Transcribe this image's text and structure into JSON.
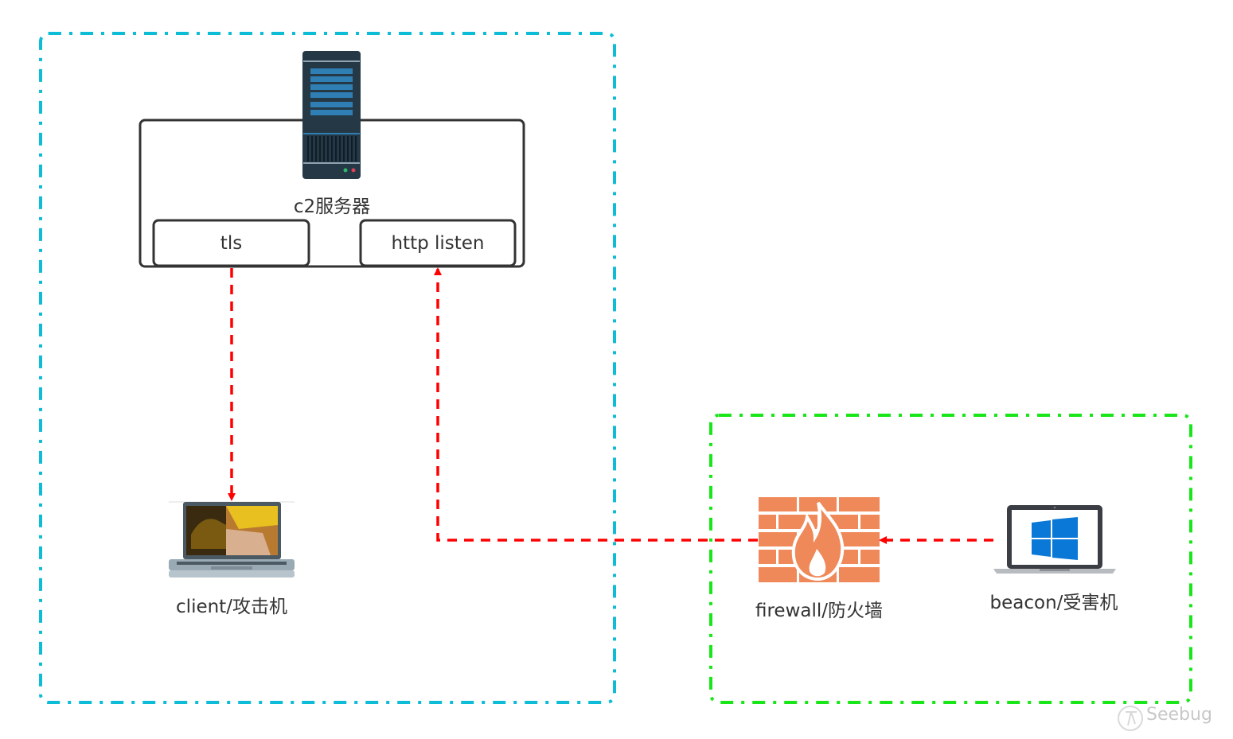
{
  "diagram": {
    "zones": [
      {
        "id": "attacker-zone",
        "color": "#0dbcd6",
        "style": "dash-dot"
      },
      {
        "id": "victim-zone",
        "color": "#19e619",
        "style": "dash-dot"
      }
    ],
    "c2_server": {
      "label": "c2服务器",
      "icon": "server-icon",
      "listeners": [
        {
          "label": "tls"
        },
        {
          "label": "http listen"
        }
      ]
    },
    "client": {
      "label": "client/攻击机",
      "icon": "laptop-icon"
    },
    "firewall": {
      "label": "firewall/防火墙",
      "icon": "firewall-icon",
      "color": "#f0895a"
    },
    "beacon": {
      "label": "beacon/受害机",
      "icon": "windows-laptop-icon",
      "color": "#0a78d7"
    },
    "connections": [
      {
        "from": "tls",
        "to": "client",
        "style": "dashed",
        "color": "#ff0000"
      },
      {
        "from": "beacon",
        "to": "firewall",
        "style": "dashed",
        "color": "#ff0000"
      },
      {
        "from": "firewall",
        "to": "http listen",
        "style": "dashed",
        "color": "#ff0000"
      }
    ],
    "watermark": "Seebug"
  }
}
